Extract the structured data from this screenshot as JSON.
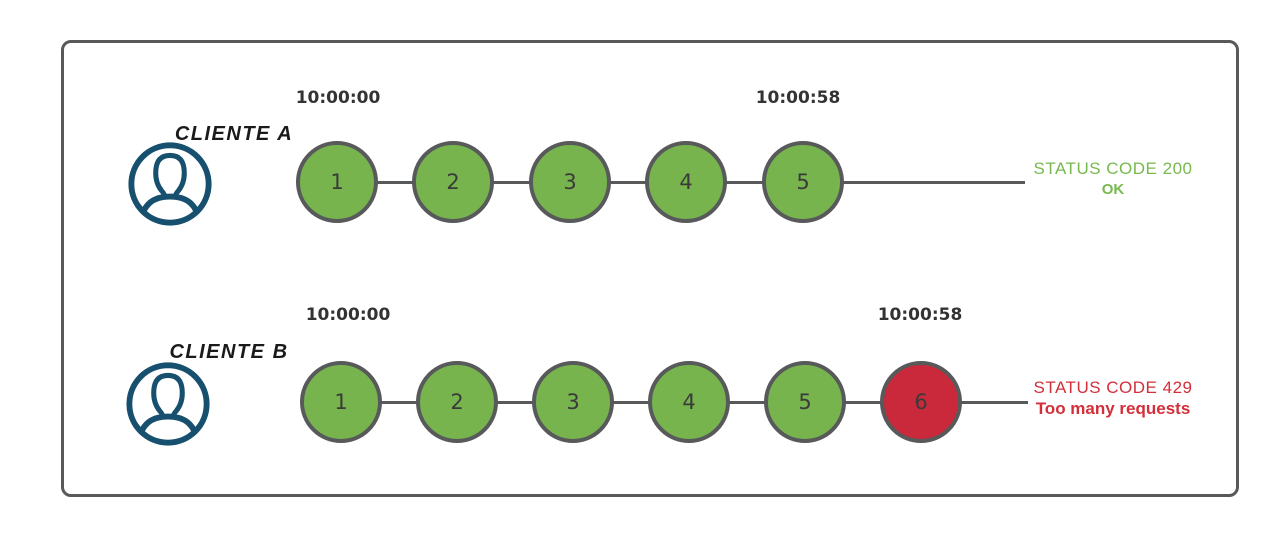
{
  "colors": {
    "circle_green": "#77b44e",
    "circle_red": "#c9293a",
    "status_ok_text": "#77b94e",
    "status_error_text": "#d22f3a",
    "outline_gray": "#58595b",
    "avatar_blue": "#174f6e",
    "timestamp_text": "#333333"
  },
  "rows": [
    {
      "id": "cliente-a",
      "label": "CLIENTE A",
      "start_time": "10:00:00",
      "end_time": "10:00:58",
      "requests": [
        {
          "label": "1",
          "state": "ok"
        },
        {
          "label": "2",
          "state": "ok"
        },
        {
          "label": "3",
          "state": "ok"
        },
        {
          "label": "4",
          "state": "ok"
        },
        {
          "label": "5",
          "state": "ok"
        }
      ],
      "status": {
        "line1": "STATUS CODE 200",
        "line2": "OK",
        "state": "ok"
      }
    },
    {
      "id": "cliente-b",
      "label": "CLIENTE B",
      "start_time": "10:00:00",
      "end_time": "10:00:58",
      "requests": [
        {
          "label": "1",
          "state": "ok"
        },
        {
          "label": "2",
          "state": "ok"
        },
        {
          "label": "3",
          "state": "ok"
        },
        {
          "label": "4",
          "state": "ok"
        },
        {
          "label": "5",
          "state": "ok"
        },
        {
          "label": "6",
          "state": "error"
        }
      ],
      "status": {
        "line1": "STATUS CODE 429",
        "line2": "Too many requests",
        "state": "error"
      }
    }
  ]
}
